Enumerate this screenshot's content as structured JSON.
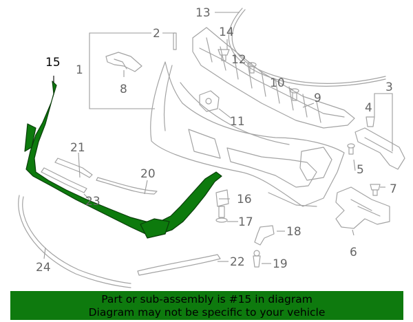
{
  "diagram": {
    "highlight_color": "#0e7a0e",
    "highlighted_part": "15",
    "callouts": [
      "1",
      "2",
      "3",
      "4",
      "5",
      "6",
      "7",
      "8",
      "9",
      "10",
      "11",
      "12",
      "13",
      "14",
      "15",
      "16",
      "17",
      "18",
      "19",
      "20",
      "21",
      "22",
      "23",
      "24"
    ]
  },
  "banner": {
    "line1": "Part or sub-assembly is #15 in diagram",
    "line2": "Diagram may not be specific to your vehicle"
  }
}
